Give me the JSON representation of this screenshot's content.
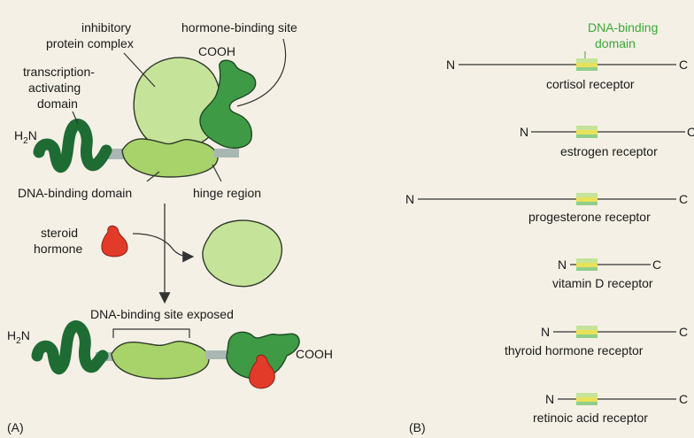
{
  "panel_a": {
    "tag": "(A)",
    "labels": {
      "inhibitory_1": "inhibitory",
      "inhibitory_2": "protein complex",
      "hormone_binding_site": "hormone-binding site",
      "cooh_top": "COOH",
      "transcription_1": "transcription-",
      "transcription_2": "activating",
      "transcription_3": "domain",
      "h2n_top_main": "H",
      "h2n_top_sub": "2",
      "h2n_top_end": "N",
      "dna_binding_domain": "DNA-binding domain",
      "hinge_region": "hinge region",
      "steroid_1": "steroid",
      "steroid_2": "hormone",
      "dna_site_exposed": "DNA-binding site exposed",
      "h2n_bottom_main": "H",
      "h2n_bottom_sub": "2",
      "h2n_bottom_end": "N",
      "cooh_bottom": "COOH"
    }
  },
  "panel_b": {
    "tag": "(B)",
    "header_1": "DNA-binding",
    "header_2": "domain",
    "receptors": [
      {
        "n": "N",
        "c": "C",
        "name": "cortisol receptor"
      },
      {
        "n": "N",
        "c": "C",
        "name": "estrogen receptor"
      },
      {
        "n": "N",
        "c": "C",
        "name": "progesterone receptor"
      },
      {
        "n": "N",
        "c": "C",
        "name": "vitamin D receptor"
      },
      {
        "n": "N",
        "c": "C",
        "name": "thyroid hormone receptor"
      },
      {
        "n": "N",
        "c": "C",
        "name": "retinoic acid receptor"
      }
    ]
  },
  "colors": {
    "dark_green": "#1f6b34",
    "mid_green": "#3f9a45",
    "light_green": "#c6e39a",
    "yellow_band": "#e8e25a",
    "hinge_gray": "#a9b7b2",
    "hormone_red": "#e23b2a",
    "line": "#333333"
  }
}
